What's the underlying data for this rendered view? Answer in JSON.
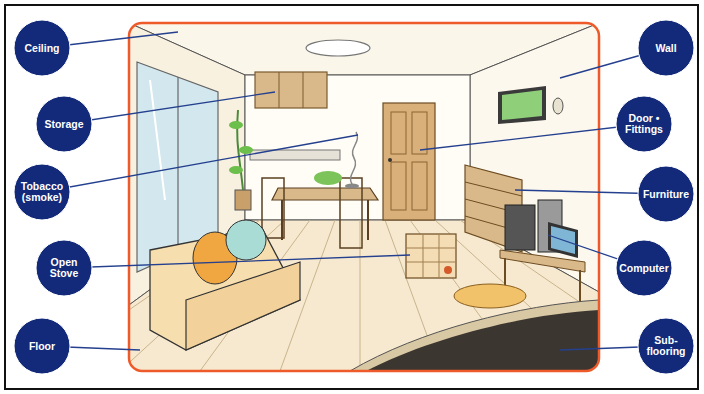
{
  "diagram": {
    "nodes": [
      {
        "text": [
          "Ceiling"
        ]
      },
      {
        "text": [
          "Storage"
        ]
      },
      {
        "text": [
          "Tobacco (smoke)"
        ]
      },
      {
        "text": [
          "Open Stove"
        ]
      },
      {
        "text": [
          "Floor"
        ]
      },
      {
        "text": [
          "Wall"
        ]
      },
      {
        "text": [
          "Door • Fittings"
        ]
      },
      {
        "text": [
          "Furniture"
        ]
      },
      {
        "text": [
          "Computer"
        ]
      },
      {
        "text": [
          "Sub- flooring"
        ]
      }
    ]
  }
}
